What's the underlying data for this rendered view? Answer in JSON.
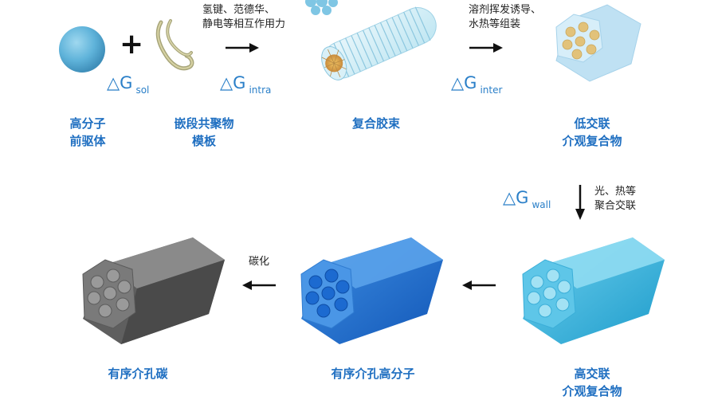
{
  "deltas": {
    "sol": {
      "symbol": "△G",
      "sub": "sol"
    },
    "intra": {
      "symbol": "△G",
      "sub": "intra"
    },
    "inter": {
      "symbol": "△G",
      "sub": "inter"
    },
    "wall": {
      "symbol": "△G",
      "sub": "wall"
    }
  },
  "notes": {
    "step1_line1": "氢键、范德华、",
    "step1_line2": "静电等相互作用力",
    "step2_line1": "溶剂挥发诱导、",
    "step2_line2": "水热等组装",
    "step3_line1": "光、热等",
    "step3_line2": "聚合交联",
    "step5": "碳化"
  },
  "plus": "+",
  "labels": {
    "precursor_1": "高分子",
    "precursor_2": "前驱体",
    "template_1": "嵌段共聚物",
    "template_2": "模板",
    "micelle": "复合胶束",
    "low_cross_1": "低交联",
    "low_cross_2": "介观复合物",
    "high_cross_1": "高交联",
    "high_cross_2": "介观复合物",
    "meso_polymer": "有序介孔高分子",
    "meso_carbon": "有序介孔碳"
  }
}
